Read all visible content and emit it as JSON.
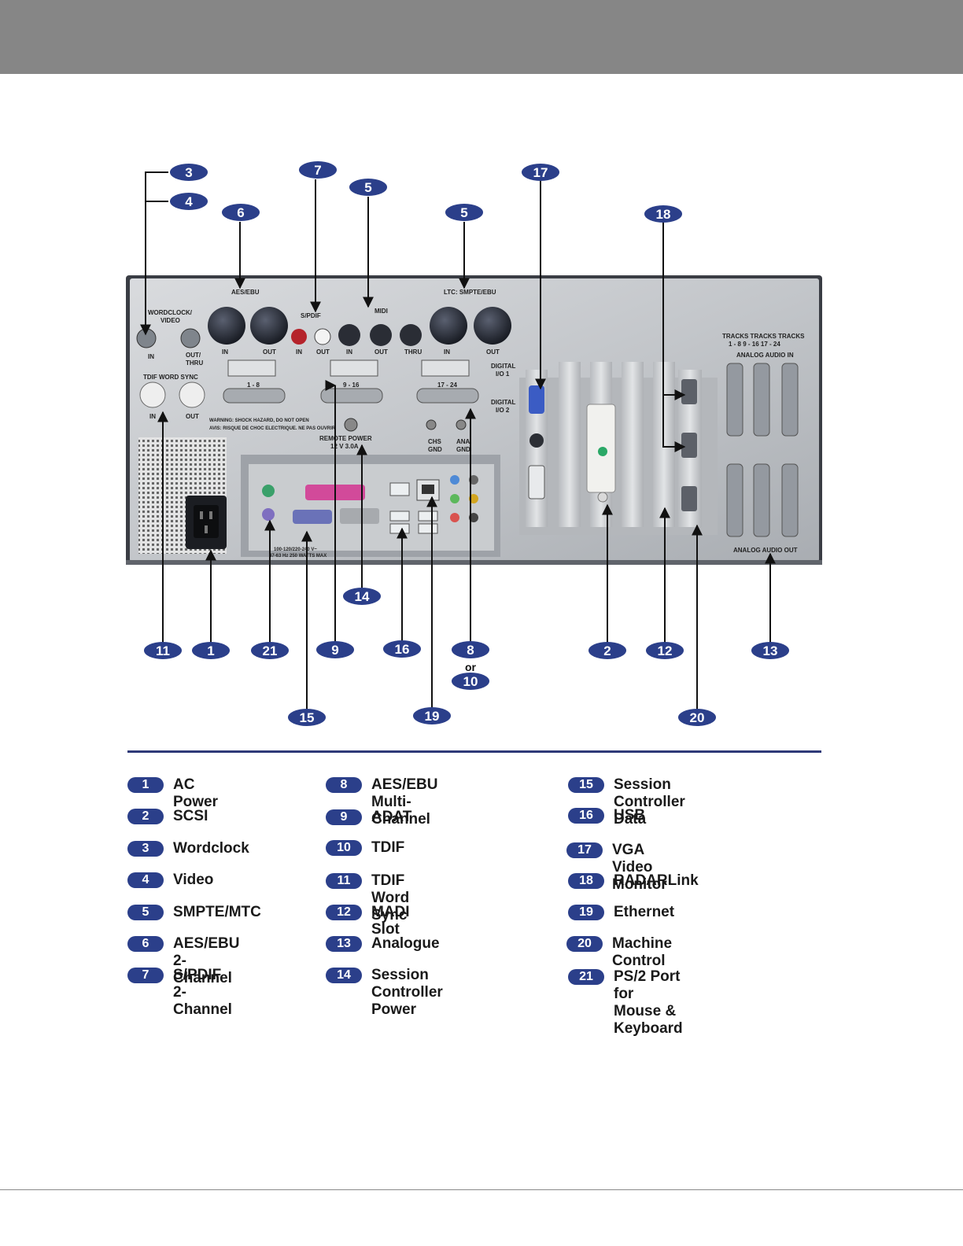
{
  "callouts": [
    "3",
    "4",
    "7",
    "5",
    "6",
    "5",
    "17",
    "18",
    "14",
    "11",
    "1",
    "21",
    "9",
    "16",
    "8",
    "or",
    "10",
    "2",
    "12",
    "13",
    "15",
    "19",
    "20"
  ],
  "panel_labels": {
    "aes_ebu": "AES/EBU",
    "spdif": "S/PDIF",
    "midi": "MIDI",
    "ltc": "LTC: SMPTE/EBU",
    "wordclock": "WORDCLOCK/",
    "video": "VIDEO",
    "in": "IN",
    "out": "OUT",
    "thru": "THRU",
    "out_thru": "OUT/",
    "thru2": "THRU",
    "in2": "IN",
    "out2": "OUT",
    "in3": "IN",
    "out3": "OUT",
    "in4": "IN",
    "out4": "OUT",
    "thru3": "THRU",
    "in5": "IN",
    "out5": "OUT",
    "r1_8": "1 - 8",
    "r9_16": "9 - 16",
    "r17_24": "17 - 24",
    "digital_io1": "DIGITAL",
    "digital_io1b": "I/O 1",
    "digital_io2": "DIGITAL",
    "digital_io2b": "I/O 2",
    "tdif_word_sync": "TDIF WORD SYNC",
    "in6": "IN",
    "out6": "OUT",
    "warning": "WARNING: SHOCK HAZARD, DO NOT OPEN",
    "avis": "AVIS: RISQUE DE CHOC ELECTRIQUE. NE PAS OUVRIR",
    "remote_power": "REMOTE POWER",
    "remote_power_spec": "12 V  3.0A",
    "chs_gnd": "CHS",
    "chs_gnd2": "GND",
    "ana_gnd": "ANA",
    "ana_gnd2": "GND",
    "tracks": "TRACKS  TRACKS  TRACKS",
    "tracks_ranges": "1 - 8      9 - 16     17 - 24",
    "analog_in": "ANALOG AUDIO IN",
    "analog_out": "ANALOG AUDIO OUT",
    "psu_label": "100-120/220-240 V~",
    "psu_label2": "47-63 Hz 250 WATTS MAX"
  },
  "legend": [
    {
      "num": "1",
      "label": "AC Power"
    },
    {
      "num": "2",
      "label": "SCSI"
    },
    {
      "num": "3",
      "label": "Wordclock"
    },
    {
      "num": "4",
      "label": "Video"
    },
    {
      "num": "5",
      "label": "SMPTE/MTC"
    },
    {
      "num": "6",
      "label": "AES/EBU 2-Channel"
    },
    {
      "num": "7",
      "label": "S/PDIF 2-Channel"
    },
    {
      "num": "8",
      "label": "AES/EBU Multi-Channel"
    },
    {
      "num": "9",
      "label": "ADAT"
    },
    {
      "num": "10",
      "label": "TDIF"
    },
    {
      "num": "11",
      "label": "TDIF Word Sync"
    },
    {
      "num": "12",
      "label": "MADI Slot"
    },
    {
      "num": "13",
      "label": "Analogue"
    },
    {
      "num": "14",
      "label": "Session Controller Power"
    },
    {
      "num": "15",
      "label": "Session Controller Data"
    },
    {
      "num": "16",
      "label": "USB"
    },
    {
      "num": "17",
      "label": "VGA Video Monitor"
    },
    {
      "num": "18",
      "label": "RADARLink"
    },
    {
      "num": "19",
      "label": "Ethernet"
    },
    {
      "num": "20",
      "label": "Machine Control"
    },
    {
      "num": "21",
      "label": "PS/2 Port for\nMouse & Keyboard"
    }
  ]
}
